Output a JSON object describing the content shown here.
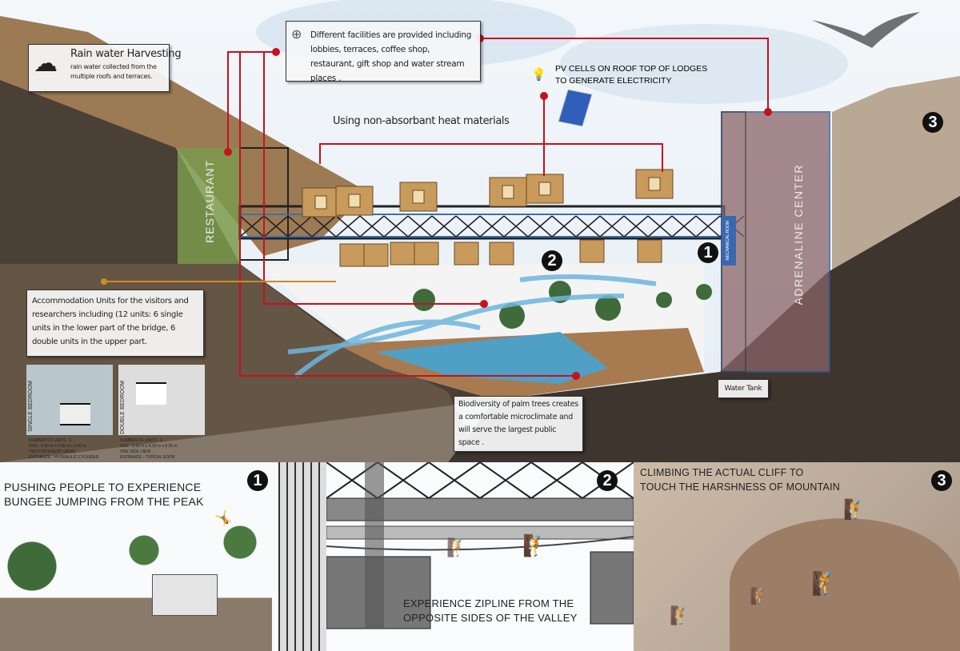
{
  "callouts": {
    "rain": {
      "title": "Rain water Harvesting",
      "text": "rain water collected from the multiple roofs and terraces.",
      "icon": "rain-cloud-icon"
    },
    "facilities": {
      "text": "Different facilities are provided including lobbies, terraces, coffee shop, restaurant, gift shop and water stream places .",
      "icon": "globe-icon"
    },
    "pv": {
      "text_line1": "PV CELLS ON ROOF TOP OF LODGES",
      "text_line2": "TO GENERATE ELECTRICITY",
      "icon": "light-bulb-icon"
    },
    "materials": "Using non-absorbant heat materials",
    "accommodation": "Accommodation Units for the visitors and researchers including (12 units: 6 single units in the lower part of the bridge, 6 double units in the upper part.",
    "biodiversity": "Biodiversity of palm trees creates a comfortable microclimate and will serve the largest public space ."
  },
  "labels": {
    "restaurant": "RESTAURANT",
    "adrenaline": "ADRENALINE CENTER",
    "mechanical": "MECHANICAL ROOM",
    "water_tank": "Water Tank"
  },
  "bedrooms": [
    {
      "title": "SINGLE BEDROOM",
      "details": [
        "NUMBER OF UNITS : 6",
        "SIZE : 6.00 m x 4.20 m x 3.00 m",
        "TWO DIFFERENT VIEWS",
        "ENTRANCE : HYDRAULIC CYLINDER"
      ]
    },
    {
      "title": "DOUBLE BEDROOM",
      "details": [
        "NUMBER OF UNITS : 6",
        "SIZE : 6.00 m x 4.20 m x 6.00 m",
        "ONE SIDE VIEW",
        "ENTRANCE : TYPICAL DOOR"
      ]
    }
  ],
  "markers": [
    "1",
    "2",
    "3"
  ],
  "panels": [
    {
      "number": "1",
      "caption_line1": "PUSHING PEOPLE TO EXPERIENCE",
      "caption_line2": "BUNGEE JUMPING FROM THE PEAK"
    },
    {
      "number": "2",
      "caption_line1": "EXPERIENCE ZIPLINE FROM THE",
      "caption_line2": "OPPOSITE SIDES OF THE VALLEY"
    },
    {
      "number": "3",
      "caption_line1": "CLIMBING THE ACTUAL CLIFF TO",
      "caption_line2": "TOUCH THE HARSHNESS OF  MOUNTAIN"
    }
  ],
  "colors": {
    "leader": "#c8101e",
    "cabin": "#c89a5c",
    "tower": "#8a6468",
    "restaurant": "#7a9a4a",
    "sky": "#cfe0ec",
    "rock": "#6a5a48",
    "wind": "#6fb6dc"
  }
}
